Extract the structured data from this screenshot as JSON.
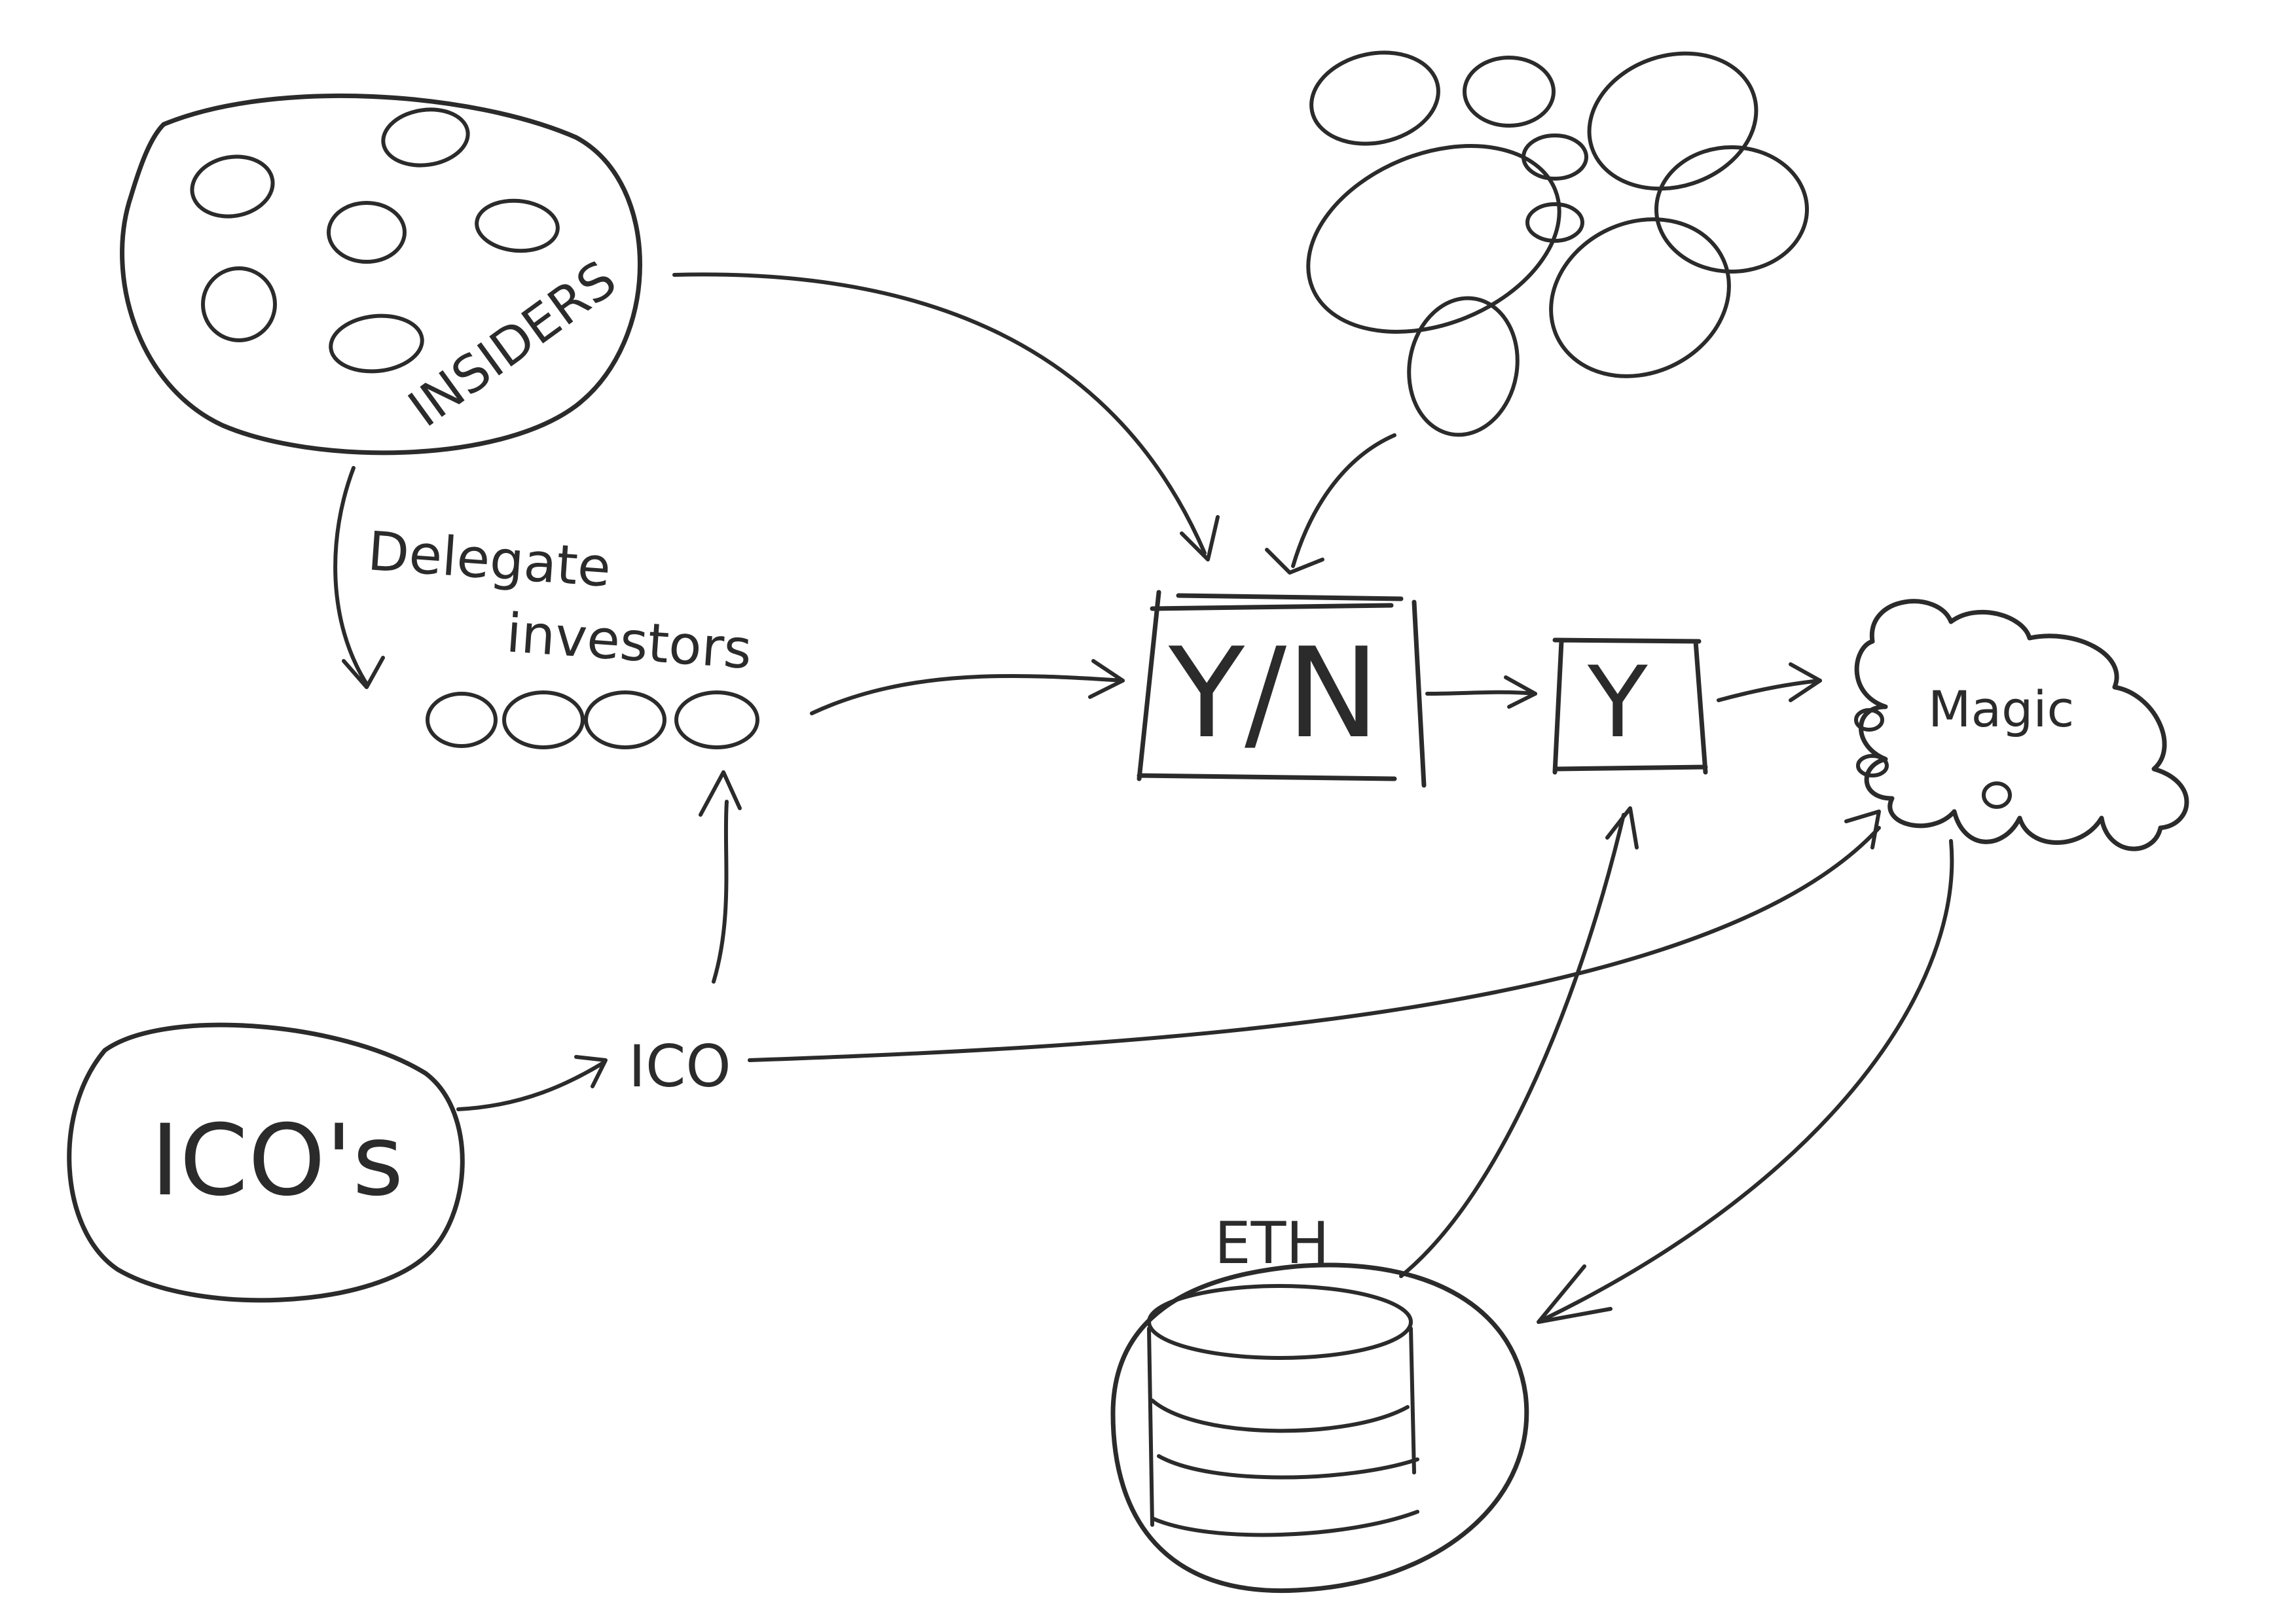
{
  "diagram": {
    "ink_color": "#2b2b2b",
    "background_color": "#ffffff",
    "nodes": {
      "insiders": {
        "label": "INSIDERS",
        "icon": "people-group-icon"
      },
      "delegate_investors": {
        "label": "Delegate\ninvestors",
        "icon": "people-row-icon"
      },
      "crowd": {
        "icon": "crowd-icon"
      },
      "vote_box": {
        "label": "Y/N"
      },
      "yes_box": {
        "label": "Y"
      },
      "magic": {
        "label": "Magic",
        "icon": "cloud-icon"
      },
      "icos_pool": {
        "label": "ICO's"
      },
      "ico": {
        "label": "ICO"
      },
      "eth": {
        "label": "ETH",
        "icon": "database-icon"
      }
    },
    "edges": [
      {
        "from": "insiders",
        "to": "delegate_investors"
      },
      {
        "from": "insiders",
        "to": "vote_box"
      },
      {
        "from": "crowd",
        "to": "vote_box"
      },
      {
        "from": "delegate_investors",
        "to": "vote_box"
      },
      {
        "from": "vote_box",
        "to": "yes_box"
      },
      {
        "from": "yes_box",
        "to": "magic"
      },
      {
        "from": "icos_pool",
        "to": "ico"
      },
      {
        "from": "ico",
        "to": "delegate_investors"
      },
      {
        "from": "ico",
        "to": "magic"
      },
      {
        "from": "eth",
        "to": "yes_box"
      },
      {
        "from": "magic",
        "to": "eth"
      }
    ]
  }
}
